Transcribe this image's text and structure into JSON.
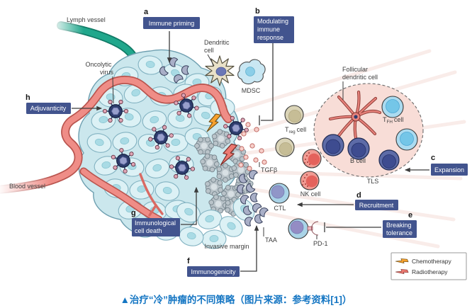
{
  "figure": {
    "caption": "▲治疗“冷”肿瘤的不同策略（图片来源：参考资料[1]）"
  },
  "boxes": {
    "a": {
      "letter": "a",
      "label": "Immune priming"
    },
    "b": {
      "letter": "b",
      "lines": [
        "Modulating",
        "immune",
        "response"
      ]
    },
    "c": {
      "letter": "c",
      "label": "Expansion"
    },
    "d": {
      "letter": "d",
      "label": "Recruitment"
    },
    "e": {
      "letter": "e",
      "lines": [
        "Breaking",
        "tolerance"
      ]
    },
    "f": {
      "letter": "f",
      "label": "Immunogenicity"
    },
    "g": {
      "letter": "g",
      "lines": [
        "Immunological",
        "cell death"
      ]
    },
    "h": {
      "letter": "h",
      "label": "Adjuvanticity"
    }
  },
  "labels": {
    "lymph_vessel": "Lymph vessel",
    "blood_vessel": "Blood vessel",
    "oncolytic_virus": [
      "Oncolytic",
      "virus"
    ],
    "dendritic_cell": [
      "Dendritic",
      "cell"
    ],
    "mdsc": "MDSC",
    "follicular_dendritic_cell": [
      "Follicular",
      "dendritic cell"
    ],
    "treg": {
      "base": "T",
      "sub": "reg",
      "rest": "cell"
    },
    "tfh": {
      "base": "T",
      "sub": "FH",
      "rest": "cell"
    },
    "tgfb": "TGFβ",
    "nk_cell": "NK cell",
    "b_cell": "B cell",
    "tls": "TLS",
    "ctl": "CTL",
    "taa": "TAA",
    "pd1": "PD-1",
    "invasive_margin": "Invasive margin"
  },
  "legend": {
    "items": [
      {
        "icon": "chemotherapy-bolt",
        "label": "Chemotherapy",
        "color": "#F6A12E"
      },
      {
        "icon": "radiotherapy-bolt",
        "label": "Radiotherapy",
        "color": "#EC7A72"
      }
    ]
  },
  "colors": {
    "strategy_box_blue": "#42548E",
    "caption_blue": "#1576C3",
    "lymph_teal": "#21A78C",
    "blood_red": "#EF8D87",
    "tumor_cell_blue": "#DCF1F5",
    "dying_cell_gray": "#B9C3C9",
    "tls_pink": "#F8DDD7"
  }
}
